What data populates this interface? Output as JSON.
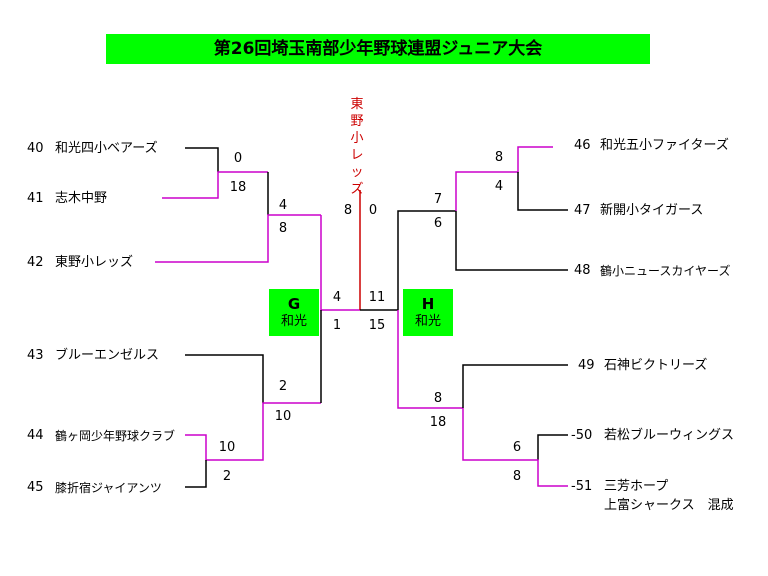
{
  "title": "第26回埼玉南部少年野球連盟ジュニア大会",
  "champion": "東野小レッズ",
  "groups": {
    "g": {
      "letter": "G",
      "name": "和光"
    },
    "h": {
      "letter": "H",
      "name": "和光"
    }
  },
  "teams": {
    "t40": {
      "num": "40",
      "name": "和光四小ベアーズ"
    },
    "t41": {
      "num": "41",
      "name": "志木中野"
    },
    "t42": {
      "num": "42",
      "name": "東野小レッズ"
    },
    "t43": {
      "num": "43",
      "name": "ブルーエンゼルス"
    },
    "t44": {
      "num": "44",
      "name": "鶴ヶ岡少年野球クラブ"
    },
    "t45": {
      "num": "45",
      "name": "膝折宿ジャイアンツ"
    },
    "t46": {
      "num": "46",
      "name": "和光五小ファイターズ"
    },
    "t47": {
      "num": "47",
      "name": "新開小タイガース"
    },
    "t48": {
      "num": "48",
      "name": "鶴小ニュースカイヤーズ"
    },
    "t49": {
      "num": "49",
      "name": "石神ビクトリーズ"
    },
    "t50": {
      "num": "-50",
      "name": "若松ブルーウィングス"
    },
    "t51": {
      "num": "-51",
      "name": "三芳ホープ",
      "name2": "上富シャークス　混成"
    }
  },
  "scores": {
    "m4041": [
      "0",
      "18"
    ],
    "m4142": [
      "4",
      "8"
    ],
    "mg": [
      "4",
      "1"
    ],
    "m4445": [
      "10",
      "2"
    ],
    "m4345": [
      "2",
      "10"
    ],
    "m4647": [
      "8",
      "4"
    ],
    "m4648": [
      "7",
      "6"
    ],
    "m5051": [
      "6",
      "8"
    ],
    "m4951": [
      "8",
      "18"
    ],
    "mh": [
      "11",
      "15"
    ],
    "final": [
      "8",
      "0"
    ]
  },
  "colors": {
    "winner": "#cc00cc",
    "loser": "#000000",
    "champion": "#cc0000",
    "group": "#00ff00"
  }
}
